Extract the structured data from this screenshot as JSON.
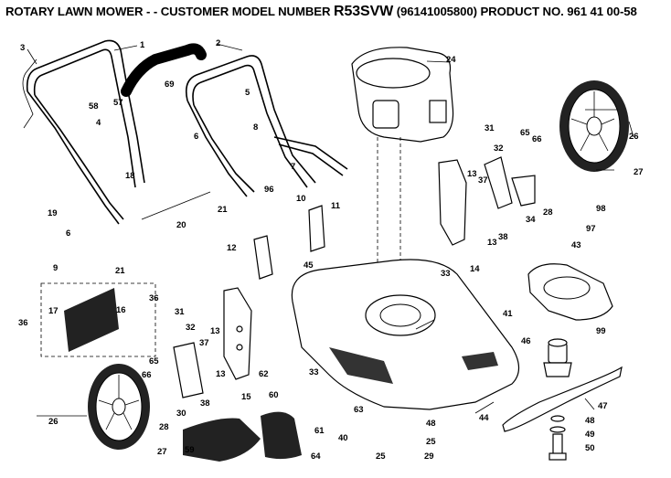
{
  "title": {
    "prefix": "ROTARY LAWN MOWER - - CUSTOMER MODEL NUMBER ",
    "model": "R53SVW",
    "suffix": " (96141005800) PRODUCT NO. 961 41 00-58"
  },
  "callouts": [
    {
      "id": "c1",
      "text": "1"
    },
    {
      "id": "c2",
      "text": "2"
    },
    {
      "id": "c3",
      "text": "3"
    },
    {
      "id": "c4",
      "text": "4"
    },
    {
      "id": "c5",
      "text": "5"
    },
    {
      "id": "c6a",
      "text": "6"
    },
    {
      "id": "c6b",
      "text": "6"
    },
    {
      "id": "c7",
      "text": "7"
    },
    {
      "id": "c8",
      "text": "8"
    },
    {
      "id": "c9",
      "text": "9"
    },
    {
      "id": "c10",
      "text": "10"
    },
    {
      "id": "c11",
      "text": "11"
    },
    {
      "id": "c12",
      "text": "12"
    },
    {
      "id": "c13a",
      "text": "13"
    },
    {
      "id": "c13b",
      "text": "13"
    },
    {
      "id": "c13c",
      "text": "13"
    },
    {
      "id": "c13d",
      "text": "13"
    },
    {
      "id": "c14",
      "text": "14"
    },
    {
      "id": "c15",
      "text": "15"
    },
    {
      "id": "c16",
      "text": "16"
    },
    {
      "id": "c17",
      "text": "17"
    },
    {
      "id": "c18",
      "text": "18"
    },
    {
      "id": "c19",
      "text": "19"
    },
    {
      "id": "c20",
      "text": "20"
    },
    {
      "id": "c21a",
      "text": "21"
    },
    {
      "id": "c21b",
      "text": "21"
    },
    {
      "id": "c24",
      "text": "24"
    },
    {
      "id": "c25a",
      "text": "25"
    },
    {
      "id": "c25b",
      "text": "25"
    },
    {
      "id": "c26a",
      "text": "26"
    },
    {
      "id": "c26b",
      "text": "26"
    },
    {
      "id": "c27a",
      "text": "27"
    },
    {
      "id": "c27b",
      "text": "27"
    },
    {
      "id": "c28a",
      "text": "28"
    },
    {
      "id": "c28b",
      "text": "28"
    },
    {
      "id": "c29",
      "text": "29"
    },
    {
      "id": "c30",
      "text": "30"
    },
    {
      "id": "c31a",
      "text": "31"
    },
    {
      "id": "c31b",
      "text": "31"
    },
    {
      "id": "c32a",
      "text": "32"
    },
    {
      "id": "c32b",
      "text": "32"
    },
    {
      "id": "c33a",
      "text": "33"
    },
    {
      "id": "c33b",
      "text": "33"
    },
    {
      "id": "c34",
      "text": "34"
    },
    {
      "id": "c36a",
      "text": "36"
    },
    {
      "id": "c36b",
      "text": "36"
    },
    {
      "id": "c37a",
      "text": "37"
    },
    {
      "id": "c37b",
      "text": "37"
    },
    {
      "id": "c38a",
      "text": "38"
    },
    {
      "id": "c38b",
      "text": "38"
    },
    {
      "id": "c40",
      "text": "40"
    },
    {
      "id": "c41",
      "text": "41"
    },
    {
      "id": "c43",
      "text": "43"
    },
    {
      "id": "c44",
      "text": "44"
    },
    {
      "id": "c45",
      "text": "45"
    },
    {
      "id": "c46",
      "text": "46"
    },
    {
      "id": "c47",
      "text": "47"
    },
    {
      "id": "c48a",
      "text": "48"
    },
    {
      "id": "c48b",
      "text": "48"
    },
    {
      "id": "c49",
      "text": "49"
    },
    {
      "id": "c50",
      "text": "50"
    },
    {
      "id": "c57",
      "text": "57"
    },
    {
      "id": "c58",
      "text": "58"
    },
    {
      "id": "c59",
      "text": "59"
    },
    {
      "id": "c60",
      "text": "60"
    },
    {
      "id": "c61",
      "text": "61"
    },
    {
      "id": "c62",
      "text": "62"
    },
    {
      "id": "c63",
      "text": "63"
    },
    {
      "id": "c64",
      "text": "64"
    },
    {
      "id": "c65a",
      "text": "65"
    },
    {
      "id": "c65b",
      "text": "65"
    },
    {
      "id": "c66a",
      "text": "66"
    },
    {
      "id": "c66b",
      "text": "66"
    },
    {
      "id": "c69",
      "text": "69"
    },
    {
      "id": "c96",
      "text": "96"
    },
    {
      "id": "c97",
      "text": "97"
    },
    {
      "id": "c98",
      "text": "98"
    },
    {
      "id": "c99",
      "text": "99"
    }
  ]
}
